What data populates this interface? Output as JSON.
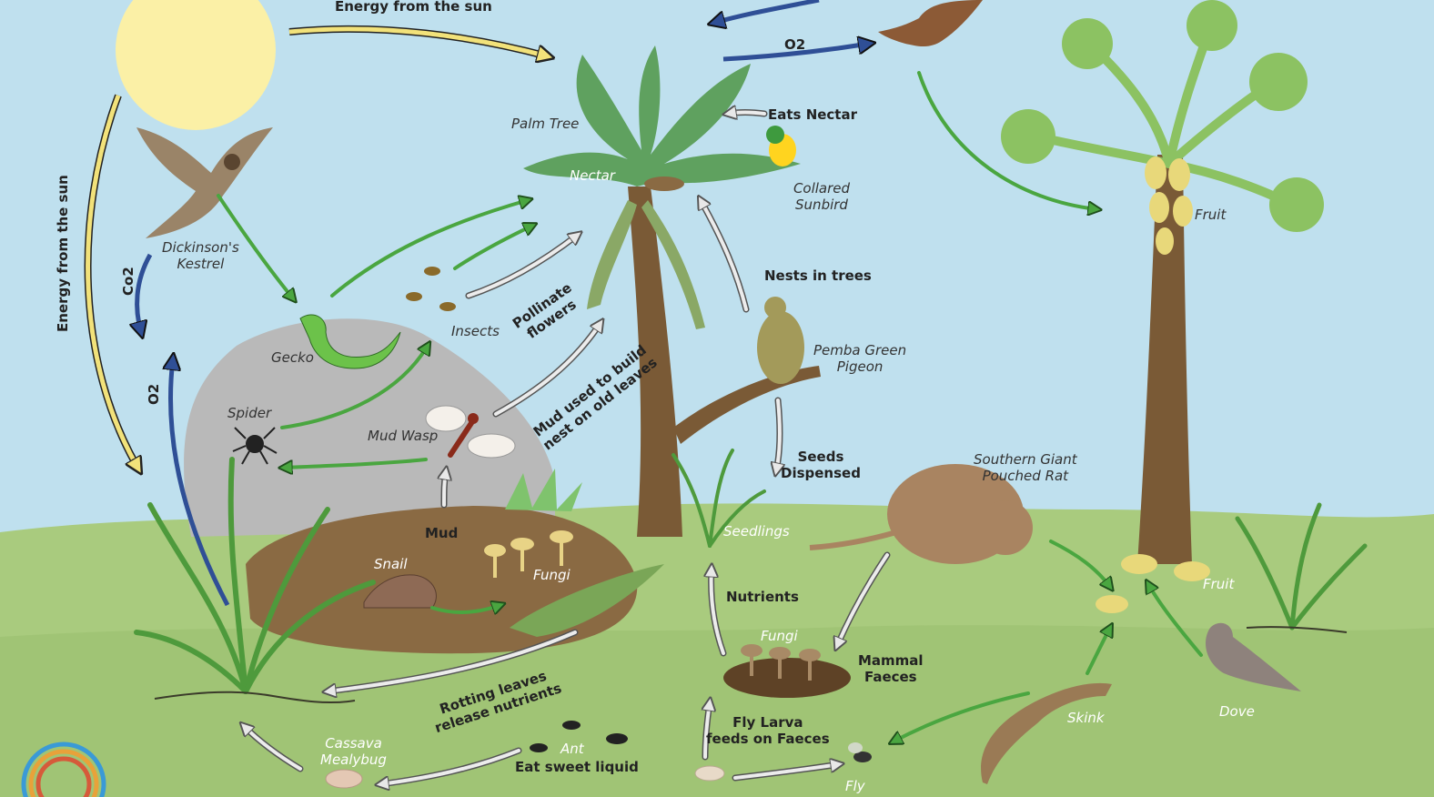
{
  "labels": {
    "energy_top": "Energy from the sun",
    "energy_left": "Energy from the sun",
    "o2_top": "O2",
    "co2_left": "Co2",
    "o2_left": "O2",
    "palm_tree": "Palm Tree",
    "nectar": "Nectar",
    "eats_nectar": "Eats Nectar",
    "collared_sunbird": "Collared Sunbird",
    "kestrel_1": "Dickinson's",
    "kestrel_2": "Kestrel",
    "fruit_tree": "Fruit",
    "nests_in_trees": "Nests in trees",
    "pemba_1": "Pemba Green",
    "pemba_2": "Pigeon",
    "gecko": "Gecko",
    "insects": "Insects",
    "pollinate_1": "Pollinate",
    "pollinate_2": "flowers",
    "spider": "Spider",
    "mud_wasp": "Mud Wasp",
    "mud_used_1": "Mud used to build",
    "mud_used_2": "nest on old leaves",
    "seeds_1": "Seeds",
    "seeds_2": "Dispensed",
    "rat_1": "Southern Giant",
    "rat_2": "Pouched Rat",
    "mud": "Mud",
    "snail": "Snail",
    "fungi_mound": "Fungi",
    "seedlings": "Seedlings",
    "nutrients": "Nutrients",
    "fungi_ground": "Fungi",
    "mammal_1": "Mammal",
    "mammal_2": "Faeces",
    "fruit_ground": "Fruit",
    "rotting_1": "Rotting leaves",
    "rotting_2": "release nutrients",
    "skink": "Skink",
    "dove": "Dove",
    "cassava_1": "Cassava",
    "cassava_2": "Mealybug",
    "ant": "Ant",
    "eat_sweet": "Eat sweet liquid",
    "fly_larva_1": "Fly Larva",
    "fly_larva_2": "feeds on Faeces",
    "fly": "Fly"
  },
  "colors": {
    "sky": "#bfe0ee",
    "ground": "#a9cb7e",
    "sun": "#fbf0a6",
    "rock": "#b9b9b9",
    "mound": "#8a6a43",
    "trunk": "#7a5a36",
    "palm_leaf": "#5fa15f",
    "fruit_tree_leaf": "#8cc262",
    "energy_arrow": "#f2e27a",
    "gas_arrow": "#2f4f96",
    "food_arrow": "#3f8f3a",
    "nutrient_arrow": "#b5b5b5"
  }
}
